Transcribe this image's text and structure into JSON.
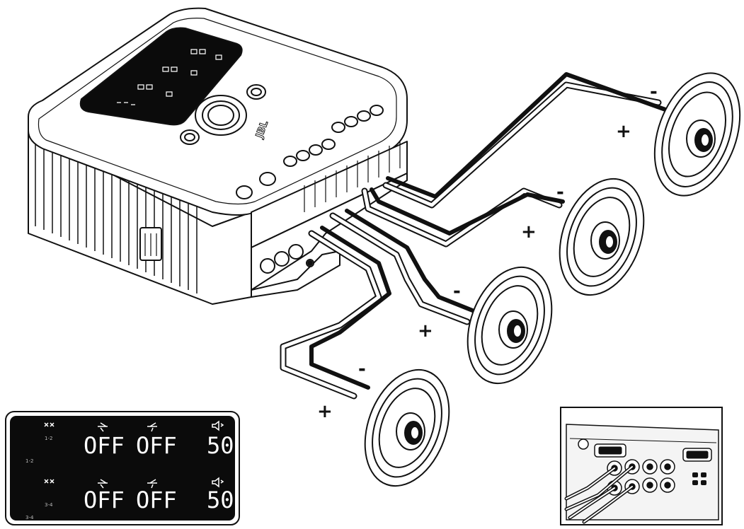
{
  "amplifier": {
    "logo": "JBL",
    "display_panel": {
      "rows": [
        {
          "channel": "1-2",
          "highpass": "OFF",
          "lowpass": "OFF",
          "level": "50"
        },
        {
          "channel": "3-4",
          "highpass": "OFF",
          "lowpass": "OFF",
          "level": "50"
        }
      ],
      "side_labels": [
        "1-2",
        "3-4"
      ]
    }
  },
  "speakers": [
    {
      "id": "speaker-1",
      "positive": "+",
      "negative": "-"
    },
    {
      "id": "speaker-2",
      "positive": "+",
      "negative": "-"
    },
    {
      "id": "speaker-3",
      "positive": "+",
      "negative": "-"
    },
    {
      "id": "speaker-4",
      "positive": "+",
      "negative": "-"
    }
  ],
  "colors": {
    "line": "#111111",
    "lcd_bg": "#0b0b0b",
    "lcd_text": "#ffffff",
    "paper": "#ffffff"
  }
}
